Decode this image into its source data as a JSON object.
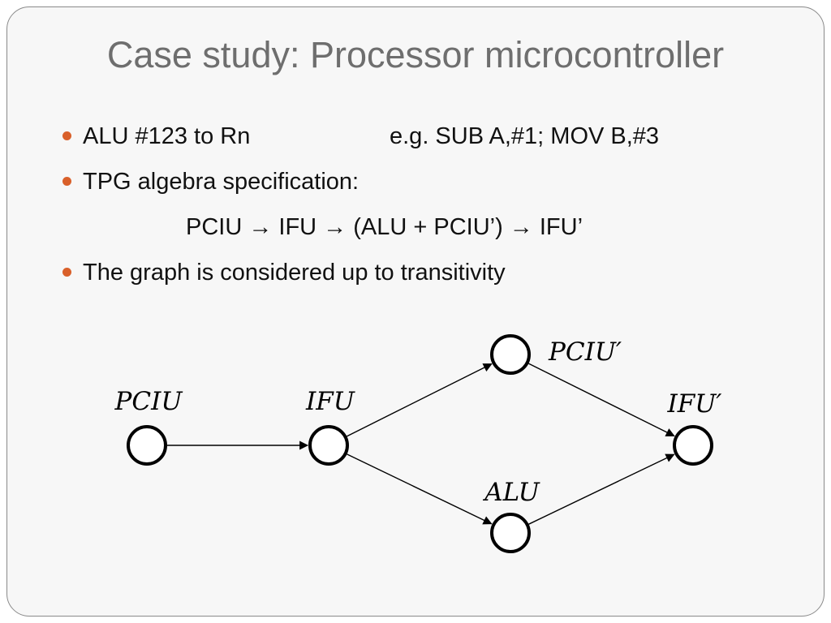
{
  "slide": {
    "title": "Case study: Processor microcontroller",
    "bullets": [
      {
        "text": "ALU #123 to Rn",
        "example": "e.g. SUB A,#1; MOV B,#3"
      },
      {
        "text": "TPG algebra specification:"
      },
      {
        "text": "The graph is considered up to transitivity"
      }
    ],
    "formula": "PCIU → IFU → (ALU + PCIU’) → IFU’",
    "accent_color": "#d9602a"
  },
  "diagram": {
    "nodes": [
      {
        "id": "pciu",
        "label": "PCIU"
      },
      {
        "id": "ifu",
        "label": "IFU"
      },
      {
        "id": "pciu2",
        "label": "PCIU′"
      },
      {
        "id": "alu",
        "label": "ALU"
      },
      {
        "id": "ifu2",
        "label": "IFU′"
      }
    ],
    "edges": [
      {
        "from": "pciu",
        "to": "ifu"
      },
      {
        "from": "ifu",
        "to": "pciu2"
      },
      {
        "from": "ifu",
        "to": "alu"
      },
      {
        "from": "pciu2",
        "to": "ifu2"
      },
      {
        "from": "alu",
        "to": "ifu2"
      }
    ]
  }
}
